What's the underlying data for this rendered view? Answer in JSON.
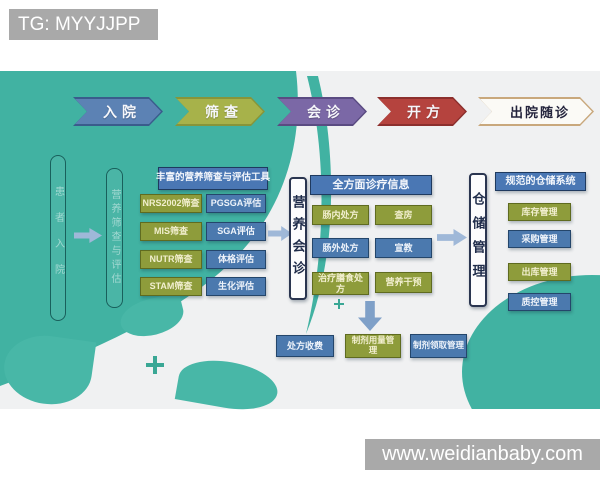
{
  "colors": {
    "teal_background": "#41b2a2",
    "light_background": "#f0f1f2",
    "gray_bar": "#a9a9a9",
    "olive_node": "#8e9c3b",
    "blue_node": "#4b79ae",
    "step_admission": "#5c82b4",
    "step_screening": "#a7b24a",
    "step_consult": "#7b68a6",
    "step_prescribe": "#b5433e",
    "step_discharge_border": "#c9a87c"
  },
  "header_tag": {
    "text": "TG: MYYJJPP"
  },
  "watermark": {
    "text": "www.weidianbaby.com"
  },
  "flow_steps": [
    {
      "label": "入院"
    },
    {
      "label": "筛查"
    },
    {
      "label": "会诊"
    },
    {
      "label": "开方"
    },
    {
      "label": "出院随诊"
    }
  ],
  "lanes": {
    "admission": "患者入院",
    "screening": "营养筛查与评估",
    "consultation": "营养会诊",
    "warehouse": "仓储管理"
  },
  "screening_tools": {
    "title": "丰富的营养筛查与评估工具",
    "rows": [
      [
        "NRS2002筛查",
        "PGSGA评估"
      ],
      [
        "MIS筛查",
        "SGA评估"
      ],
      [
        "NUTR筛查",
        "体格评估"
      ],
      [
        "STAM筛查",
        "生化评估"
      ]
    ]
  },
  "treatment_info": {
    "title": "全方面诊疗信息",
    "rows": [
      [
        "肠内处方",
        "查房"
      ],
      [
        "肠外处方",
        "宣教"
      ],
      [
        "治疗膳食处方",
        "营养干预"
      ]
    ],
    "bottom_row": [
      "处方收费",
      "制剂用量管理",
      "制剂领取管理"
    ]
  },
  "warehouse_system": {
    "title": "规范的仓储系统",
    "items": [
      "库存管理",
      "采购管理",
      "出库管理",
      "质控管理"
    ]
  }
}
